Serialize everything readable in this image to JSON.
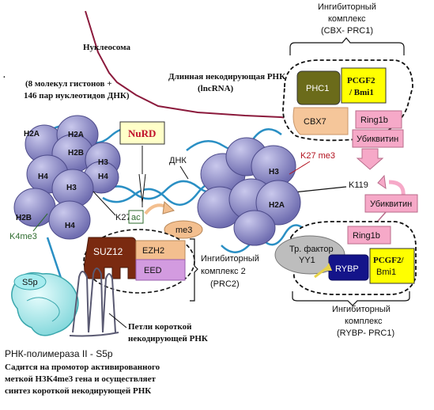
{
  "labels": {
    "nucleosome_title": "Нуклеосома",
    "nucleosome_line2": "(8 молекул гистонов +",
    "nucleosome_line3": "146 пар нуклеотидов ДНК)",
    "dot": ".",
    "lncrna_line1": "Длинная некодирующая РНК",
    "lncrna_line2": "(lncRNA)",
    "prc1_line1": "Ингибиторный",
    "prc1_line2": "комплекс",
    "prc1_line3": "(CBX- PRC1)",
    "nurd": "NuRD",
    "dna": "ДНК",
    "k27me3": "K27 me3",
    "k119": "K119",
    "k4me3": "K4me3",
    "k27": "K27",
    "ac": "ac",
    "me3": "me3",
    "s5p": "S5p",
    "prc2_line1": "Ингибиторный",
    "prc2_line2": "комплекс 2",
    "prc2_line3": "(PRC2)",
    "yy1_line1": "Тр. фактор",
    "yy1_line2": "YY1",
    "rybp_complex_line1": "Ингибиторный",
    "rybp_complex_line2": "комплекс",
    "rybp_complex_line3": "(RYBP- PRC1)",
    "loops_line1": "Петли короткой",
    "loops_line2": "некодирующей РНК",
    "pol_line1": "РНК-полимераза II - S5p",
    "pol_line2": "Садится на промотор активированного",
    "pol_line3": "меткой H3K4me3 гена и осуществляет",
    "pol_line4": "синтез короткой некодирующей РНК"
  },
  "boxes": {
    "phc1": "PHC1",
    "pcgf2_a": "PCGF2",
    "bmi1_a": "/ Bmi1",
    "cbx7": "CBX7",
    "ring1b_top": "Ring1b",
    "ubiquitin_top": "Убиквитин",
    "ubiquitin_bottom": "Убиквитин",
    "ring1b_bottom": "Ring1b",
    "suz12": "SUZ12",
    "ezh2": "EZH2",
    "eed": "EED",
    "rybp": "RYBP",
    "pcgf2_b": "PCGF2/",
    "bmi1_b": "Bmi1"
  },
  "histones_left": [
    "H2A",
    "H2A",
    "H2B",
    "H3",
    "H4",
    "H3",
    "H4",
    "H2B",
    "H4"
  ],
  "histones_right": [
    "H3",
    "H2A"
  ],
  "colors": {
    "histone": "#8f8ec8",
    "histone_dark": "#5e5c9c",
    "dna": "#2a8fc4",
    "lncrna": "#8b1a3c",
    "phc1": "#6b6b1a",
    "pcgf2": "#ffff00",
    "cbx7": "#f5c69a",
    "pink": "#f6a9c8",
    "suz12": "#7a2a10",
    "ezh2": "#f3bf8f",
    "eed": "#d39be0",
    "rybp": "#14148a",
    "yy1": "#bdbdbd",
    "nurd_bg": "#ffffc8",
    "nurd_text": "#c0102a",
    "rna_pol": "#a6ecef",
    "k4me3": "#2e6b2e"
  }
}
